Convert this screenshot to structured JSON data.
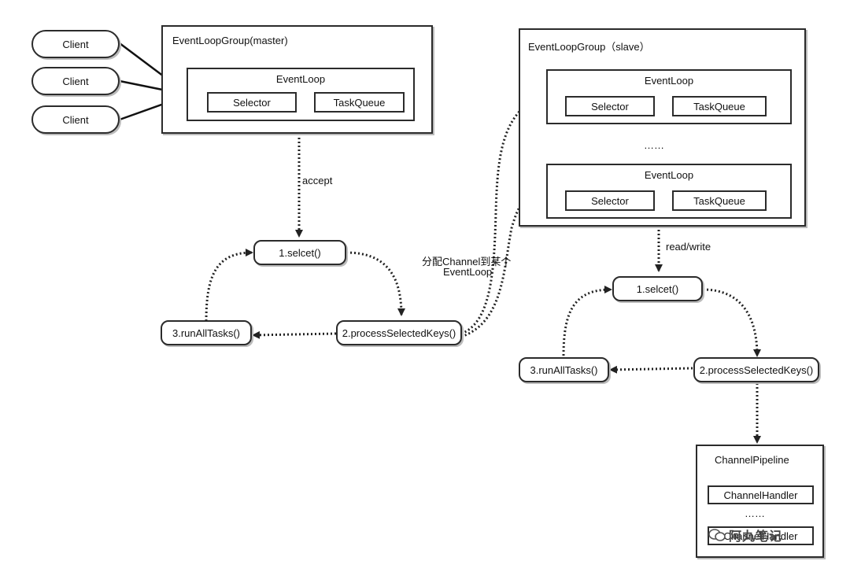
{
  "clients": [
    "Client",
    "Client",
    "Client"
  ],
  "master": {
    "group_title": "EventLoopGroup(master)",
    "eventloop_title": "EventLoop",
    "selector": "Selector",
    "taskqueue": "TaskQueue",
    "accept_label": "accept",
    "select": "1.selcet()",
    "process": "2.processSelectedKeys()",
    "run": "3.runAllTasks()"
  },
  "assign_label_line1": "分配Channel到某个",
  "assign_label_line2": "EventLoop",
  "slave": {
    "group_title": "EventLoopGroup（slave）",
    "eventloop1_title": "EventLoop",
    "eventloop2_title": "EventLoop",
    "selector": "Selector",
    "taskqueue": "TaskQueue",
    "ellipsis": "……",
    "rw_label": "read/write",
    "select": "1.selcet()",
    "process": "2.processSelectedKeys()",
    "run": "3.runAllTasks()"
  },
  "pipeline": {
    "title": "ChannelPipeline",
    "handler1": "ChannelHandler",
    "ellipsis": "……",
    "handler2": "ChannelHandler"
  },
  "watermark": "阿丸笔记"
}
